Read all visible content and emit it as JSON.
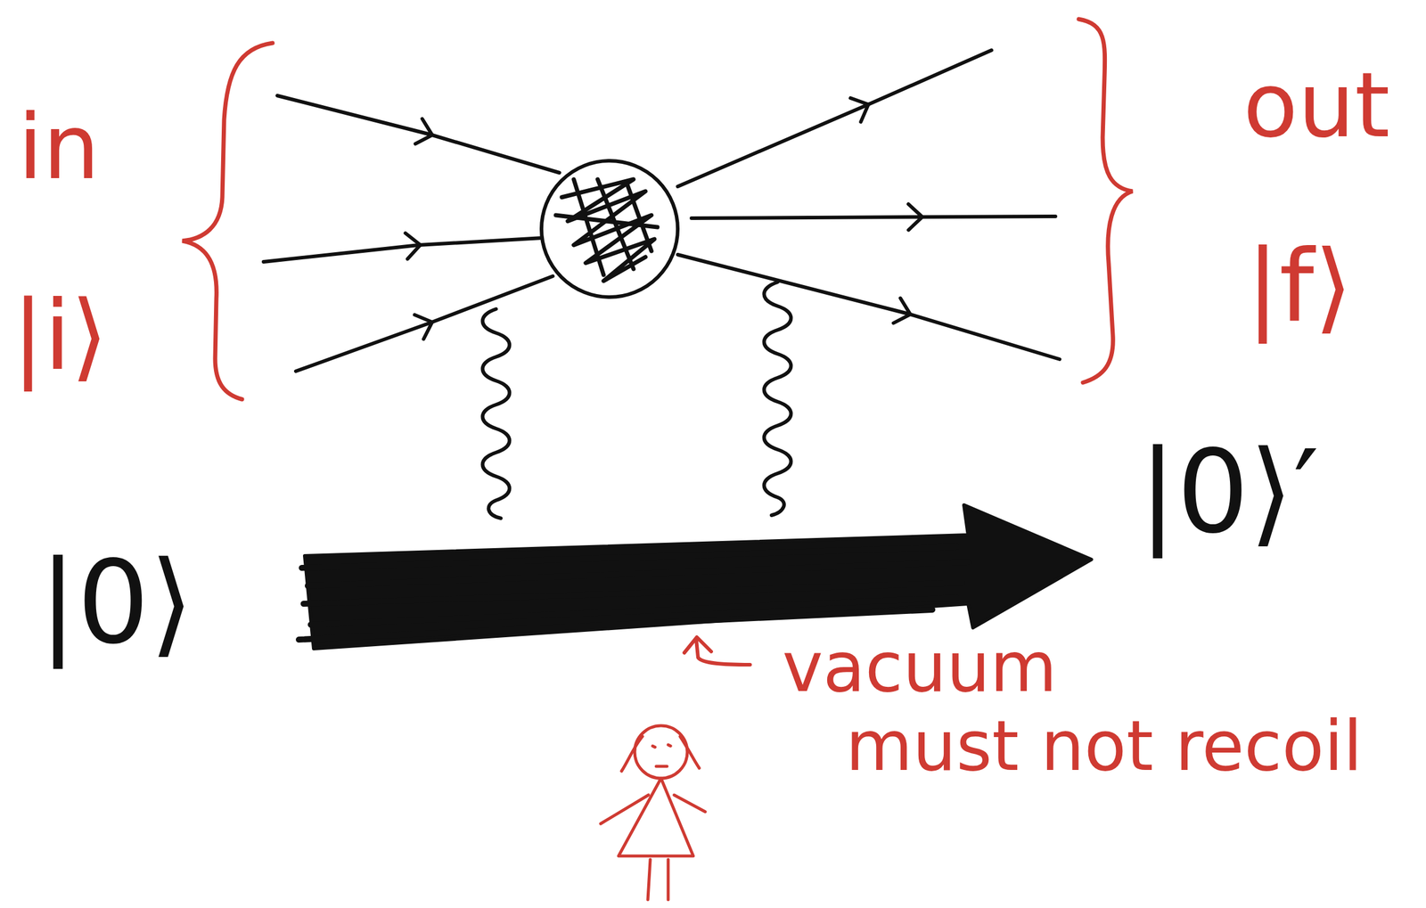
{
  "diagram": {
    "labels": [
      "in",
      "|i⟩",
      "out",
      "|f⟩",
      "|0⟩",
      "|0⟩′",
      "vacuum must not recoil"
    ]
  }
}
